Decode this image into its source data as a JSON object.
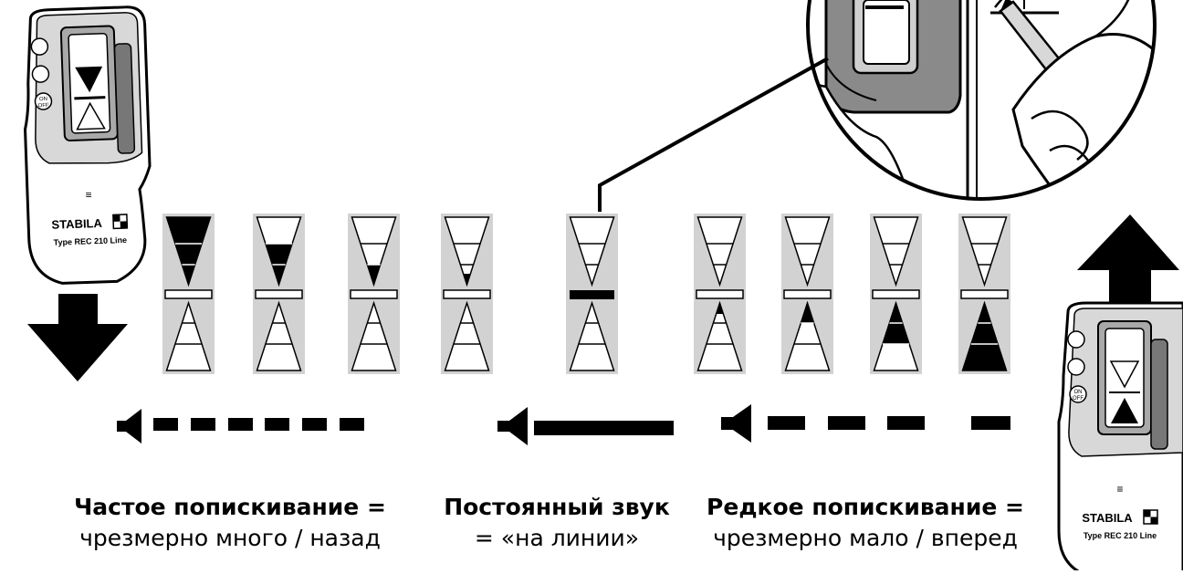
{
  "device": {
    "brand": "STABILA",
    "model": "Type REC 210 Line",
    "buttons": [
      "ON",
      "OFF"
    ]
  },
  "indicators": [
    {
      "id": "too-high-3",
      "top_filled": 3,
      "bottom_filled": 0,
      "center_bar": false
    },
    {
      "id": "too-high-2",
      "top_filled": 2,
      "bottom_filled": 0,
      "center_bar": false
    },
    {
      "id": "too-high-1",
      "top_filled": 1,
      "bottom_filled": 0,
      "center_bar": false
    },
    {
      "id": "too-high-0",
      "top_filled": 0.5,
      "bottom_filled": 0,
      "center_bar": false
    },
    {
      "id": "on-line",
      "top_filled": 0,
      "bottom_filled": 0,
      "center_bar": true
    },
    {
      "id": "too-low-0",
      "top_filled": 0,
      "bottom_filled": 0.5,
      "center_bar": false
    },
    {
      "id": "too-low-1",
      "top_filled": 0,
      "bottom_filled": 1,
      "center_bar": false
    },
    {
      "id": "too-low-2",
      "top_filled": 0,
      "bottom_filled": 2,
      "center_bar": false
    },
    {
      "id": "too-low-3",
      "top_filled": 0,
      "bottom_filled": 3,
      "center_bar": false
    }
  ],
  "sound_signals": [
    {
      "id": "frequent",
      "line1": "Частое  попискивание  =",
      "line2": "чрезмерно много / назад"
    },
    {
      "id": "constant",
      "line1": "Постоянный звук",
      "line2": "= «на линии»"
    },
    {
      "id": "rare",
      "line1": "Редкое попискивание  =",
      "line2": "чрезмерно мало / вперед"
    }
  ]
}
